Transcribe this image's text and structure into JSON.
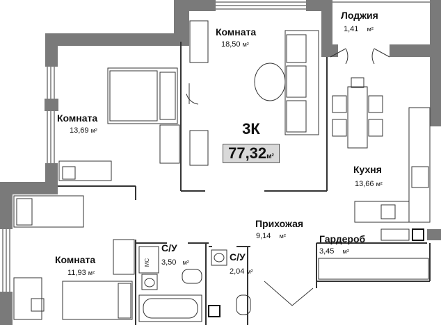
{
  "apartment": {
    "type": "3К",
    "total_area": "77,32",
    "unit": "м²"
  },
  "rooms": {
    "room_big": {
      "name": "Комната",
      "area": "18,50",
      "unit": "м²"
    },
    "room_left": {
      "name": "Комната",
      "area": "13,69",
      "unit": "м²"
    },
    "loggia": {
      "name": "Лоджия",
      "area": "1,41",
      "unit": "м²"
    },
    "kitchen": {
      "name": "Кухня",
      "area": "13,66",
      "unit": "м²"
    },
    "hallway": {
      "name": "Прихожая",
      "area": "9,14",
      "unit": "м²"
    },
    "wardrobe": {
      "name": "Гардероб",
      "area": "3,45",
      "unit": "м²"
    },
    "bath1": {
      "name": "С/У",
      "area": "3,50",
      "unit": "м²"
    },
    "bath2": {
      "name": "С/У",
      "area": "2,04",
      "unit": "м²"
    },
    "room_bottom": {
      "name": "Комната",
      "area": "11,93",
      "unit": "м²"
    }
  },
  "fixtures": {
    "washing_machine_label": "МС"
  },
  "colors": {
    "wall": "#7a7a7a",
    "line": "#333333",
    "badge_fill": "#d9d9d9"
  }
}
